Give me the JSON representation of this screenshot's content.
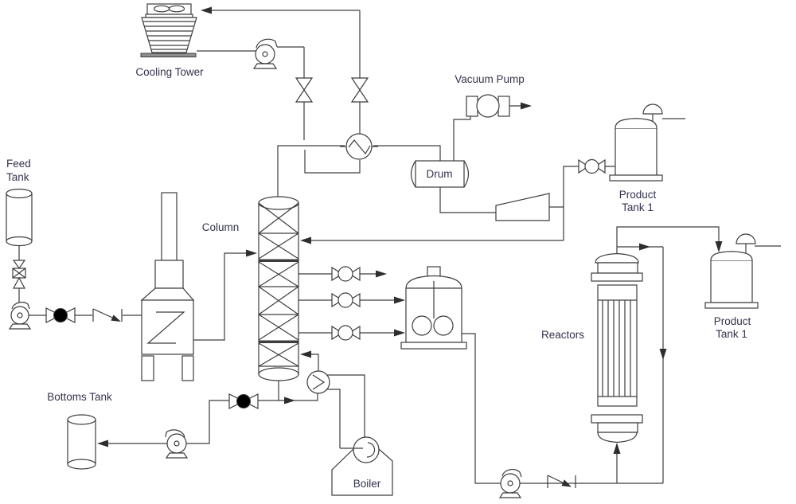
{
  "colors": {
    "line": "#3d3d3d",
    "text": "#33334d",
    "background": "#ffffff",
    "valve_fill": "#000000",
    "tower_base_fill": "#8f8f8f"
  },
  "labels": {
    "cooling_tower": "Cooling Tower",
    "feed_tank_line1": "Feed",
    "feed_tank_line2": "Tank",
    "column": "Column",
    "vacuum_pump": "Vacuum Pump",
    "drum": "Drum",
    "product_tank_top_line1": "Product",
    "product_tank_top_line2": "Tank 1",
    "product_tank_right_line1": "Product",
    "product_tank_right_line2": "Tank 1",
    "reactors": "Reactors",
    "bottoms_tank": "Bottoms Tank",
    "boiler": "Boiler"
  }
}
